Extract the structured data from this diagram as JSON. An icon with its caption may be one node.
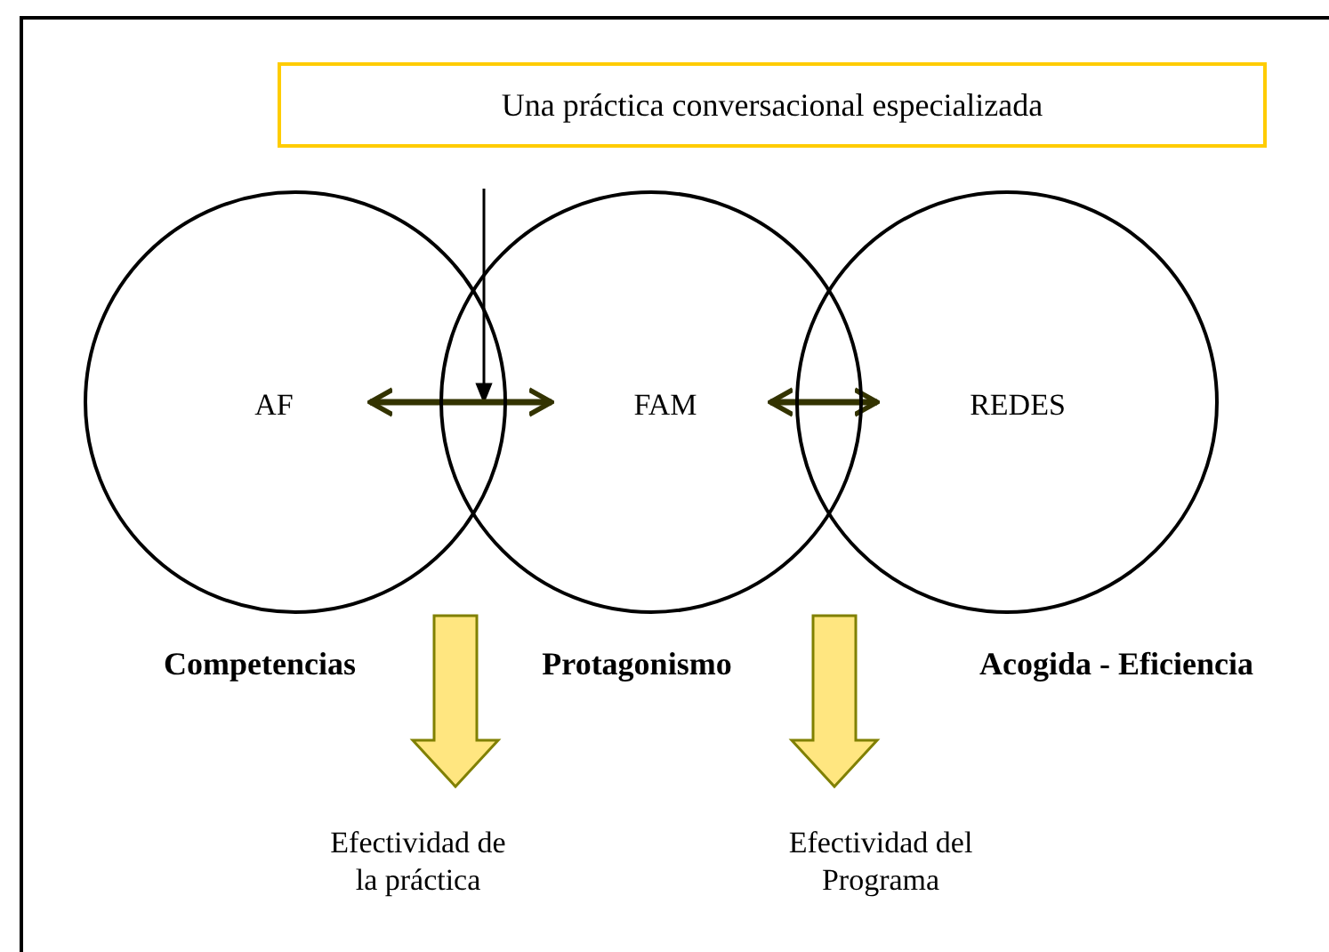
{
  "diagram": {
    "nodes": [
      {
        "text": [
          "Una práctica conversacional especializada"
        ]
      },
      {
        "text": [],
        "shape": "circle"
      },
      {
        "text": [
          "AF"
        ],
        "in": 1
      },
      {
        "text": [],
        "shape": "circle"
      },
      {
        "text": [
          "FAM"
        ],
        "in": 3
      },
      {
        "text": [],
        "shape": "circle"
      },
      {
        "text": [
          "REDES"
        ],
        "in": 5
      },
      {
        "text": [
          "Efectividad de la práctica"
        ]
      },
      {
        "text": [
          "Efectividad del Programa"
        ]
      }
    ],
    "edges": [
      {
        "from": 0,
        "to": 1,
        "arrow": "to"
      },
      {
        "from": 2,
        "to": 4,
        "arrow": "both",
        "color": "#333300"
      },
      {
        "from": 4,
        "to": 6,
        "arrow": "both",
        "color": "#333300"
      },
      {
        "from": null,
        "to": 7,
        "arrow": "to",
        "style": "thick",
        "color": "#ffe680"
      },
      {
        "from": null,
        "to": 8,
        "arrow": "to",
        "style": "thick",
        "color": "#ffe680"
      }
    ],
    "labels": [
      "Competencias",
      "Protagonismo",
      "Acogida - Eficiencia"
    ]
  }
}
